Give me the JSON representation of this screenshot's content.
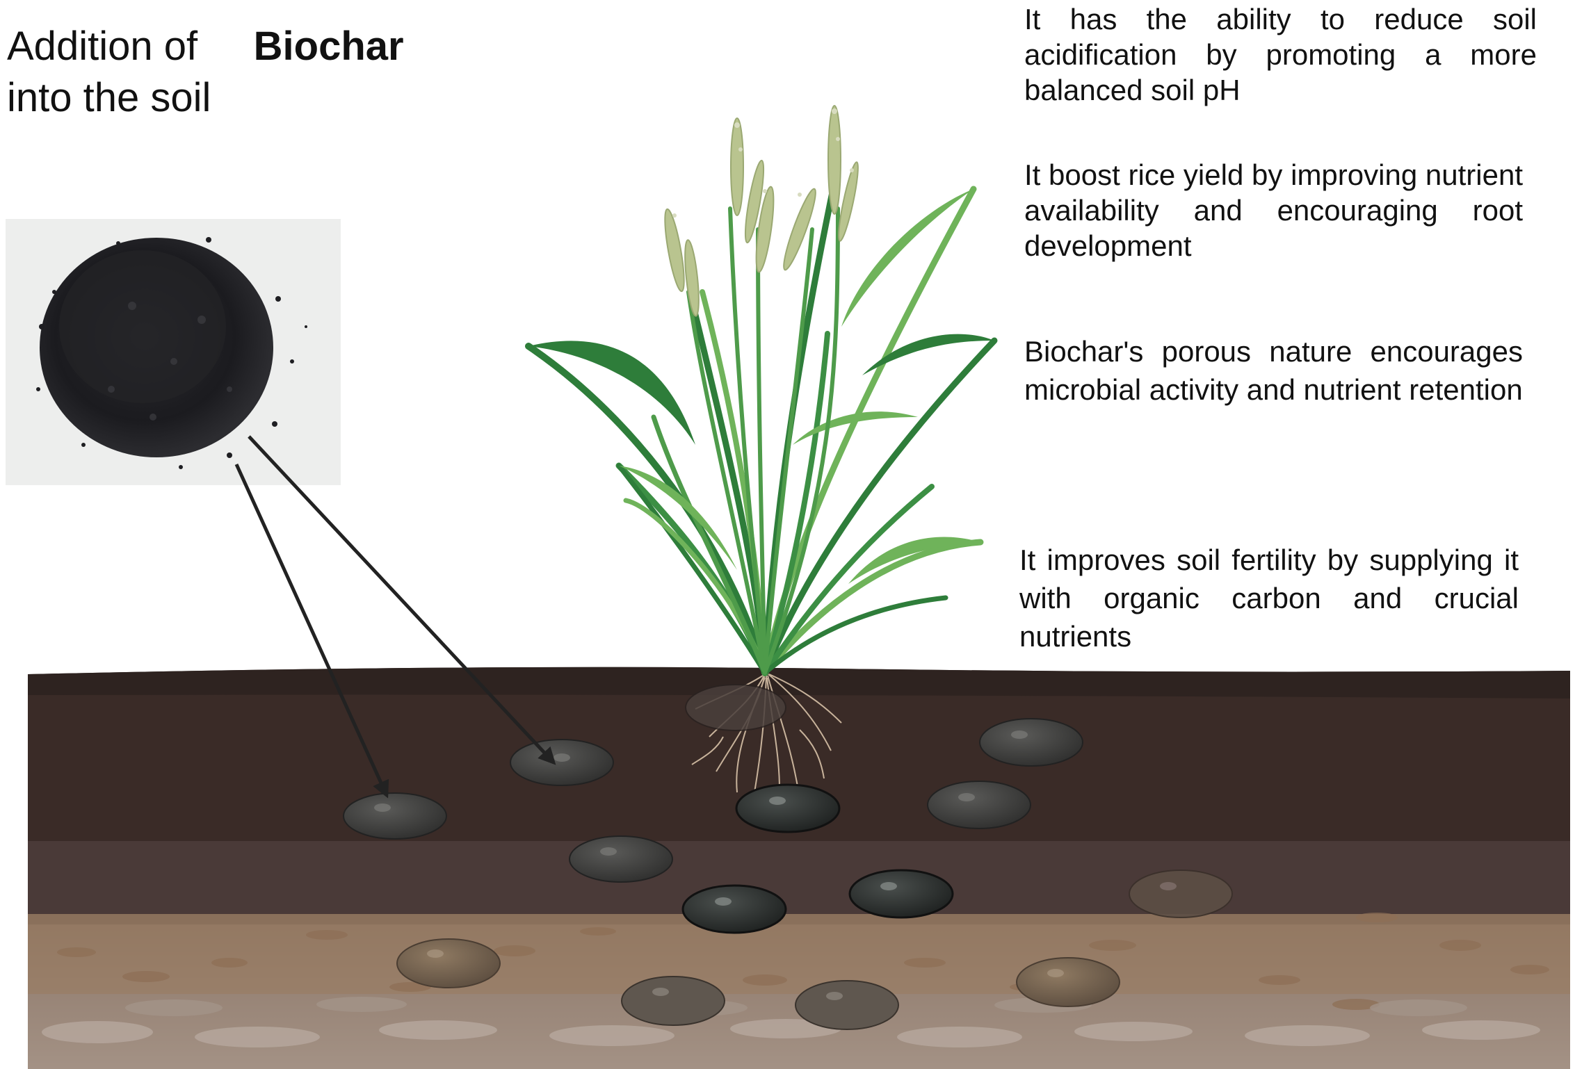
{
  "heading": {
    "prefix": "Addition of",
    "emphasis": "Biochar",
    "suffix": "into the soil"
  },
  "benefits": [
    {
      "text": "It has the ability to reduce soil acidification by promoting a more balanced soil pH"
    },
    {
      "text": "It boost rice yield by improving nutrient availability and encouraging root development"
    },
    {
      "text": "Biochar's porous nature encourages microbial activity and nutrient retention"
    },
    {
      "text": "It improves soil fertility by supplying it with organic carbon and crucial nutrients"
    }
  ],
  "colors": {
    "topsoil": "#3a2b27",
    "topsoil_surface": "#2e2320",
    "middle_layer": "#4a3a38",
    "subsoil": "#b18b68",
    "bedrock": "#7a665a",
    "biochar_granule": "#3d3d3b",
    "leaf_dark": "#2e7d3a",
    "leaf_light": "#6fb35a",
    "panicle": "#b9c48f",
    "arrow": "#222222"
  }
}
